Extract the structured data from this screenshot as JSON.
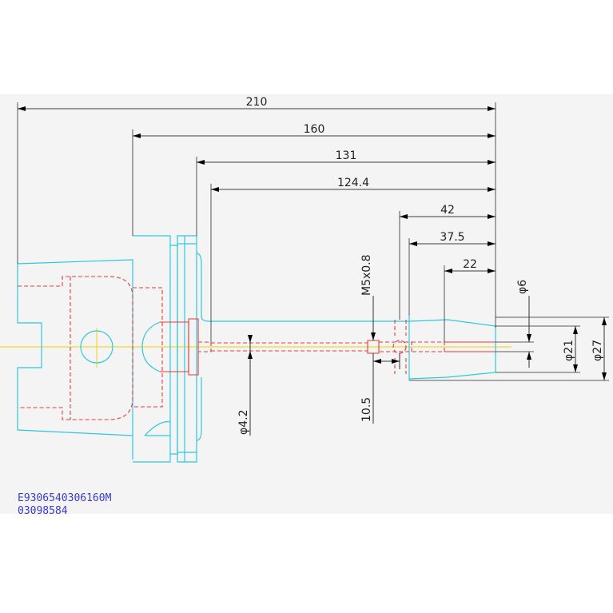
{
  "dimensions": {
    "d210": "210",
    "d160": "160",
    "d131": "131",
    "d124_4": "124.4",
    "d42": "42",
    "d37_5": "37.5",
    "d22": "22",
    "thread": "M5x0.8",
    "d10_5": "10.5",
    "dia6": "φ6",
    "dia21": "φ21",
    "dia27": "φ27",
    "dia4_2": "φ4.2"
  },
  "part": {
    "number": "E9306540306160M",
    "code": "03098584"
  },
  "colors": {
    "outline": "#2ec8e0",
    "hidden": "#e83a3a",
    "centerline": "#f0d000",
    "dimension": "#000000",
    "part_text": "#3a3ad8"
  }
}
